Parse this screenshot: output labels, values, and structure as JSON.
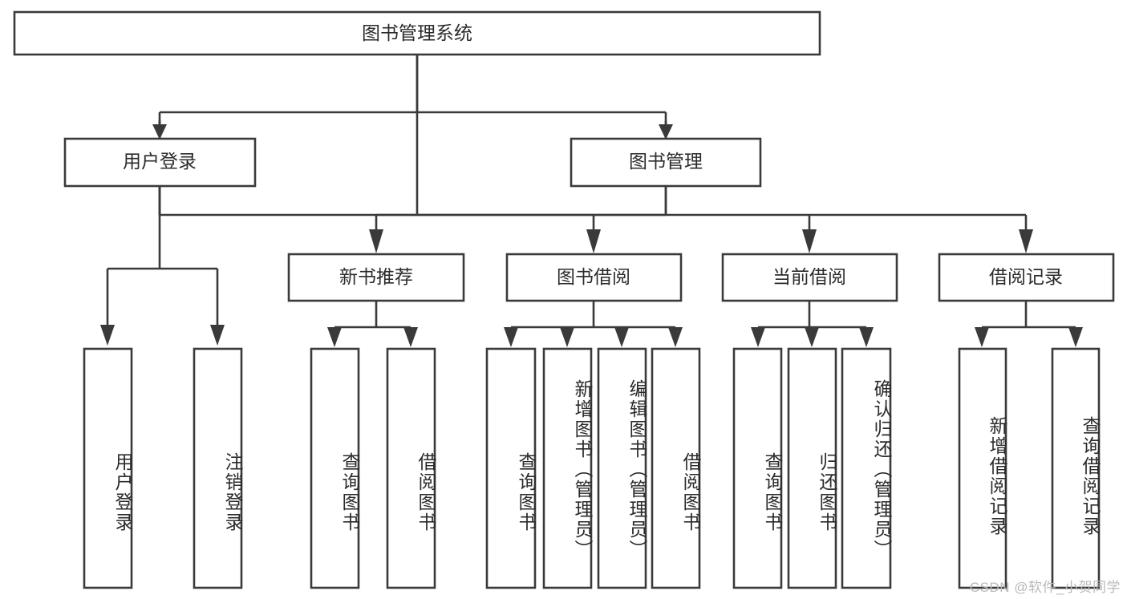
{
  "diagram": {
    "title": "图书管理系统",
    "type": "tree",
    "watermark": "CSDN @软件_小贺同学",
    "colors": {
      "box_stroke": "#3a3a3a",
      "box_fill": "#ffffff",
      "text": "#2b2b2b",
      "connector": "#3a3a3a",
      "watermark": "#b9b9b9",
      "background": "#ffffff"
    },
    "root": {
      "label": "图书管理系统"
    },
    "level2": [
      {
        "label": "用户登录"
      },
      {
        "label": "图书管理"
      }
    ],
    "level3": [
      {
        "label": "新书推荐"
      },
      {
        "label": "图书借阅"
      },
      {
        "label": "当前借阅"
      },
      {
        "label": "借阅记录"
      }
    ],
    "leaves": {
      "user_login": [
        {
          "label": "用户登录"
        },
        {
          "label": "注销登录"
        }
      ],
      "new_book_recommend": [
        {
          "label": "查询图书"
        },
        {
          "label": "借阅图书"
        }
      ],
      "book_borrow": [
        {
          "label": "查询图书"
        },
        {
          "label": "新增图书（管理员）"
        },
        {
          "label": "编辑图书（管理员）"
        },
        {
          "label": "借阅图书"
        }
      ],
      "current_borrow": [
        {
          "label": "查询图书"
        },
        {
          "label": "归还图书"
        },
        {
          "label": "确认归还（管理员）"
        }
      ],
      "borrow_record": [
        {
          "label": "新增借阅记录"
        },
        {
          "label": "查询借阅记录"
        }
      ]
    }
  }
}
